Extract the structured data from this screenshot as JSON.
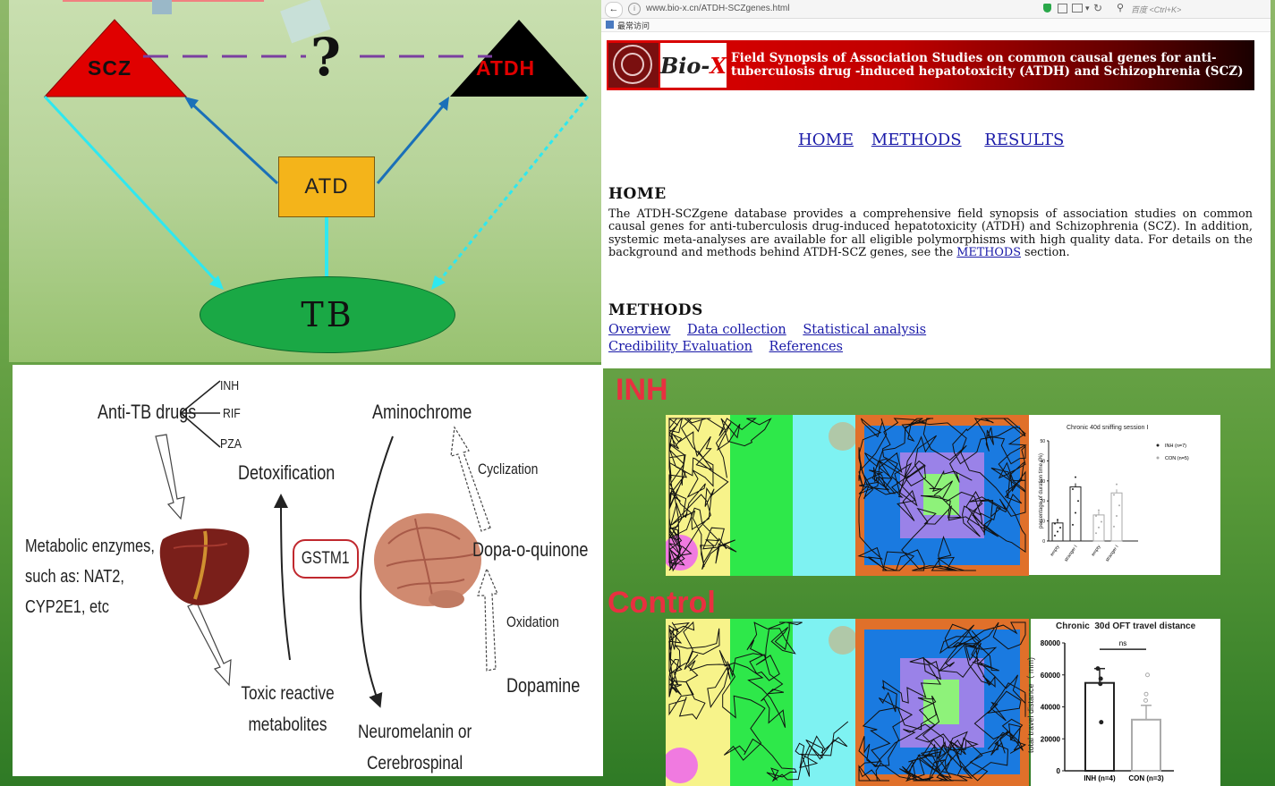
{
  "triangle_diagram": {
    "scz": "SCZ",
    "atdh": "ATDH",
    "question_mark": "?",
    "atd": "ATD",
    "tb": "TB",
    "colors": {
      "scz": "#e00000",
      "atdh": "#000000",
      "atd": "#f4b41a",
      "tb": "#1aa845"
    }
  },
  "browser": {
    "back_icon": "arrow-left-icon",
    "url": "www.bio-x.cn/ATDH-SCZgenes.html",
    "search_placeholder": "百度 <Ctrl+K>",
    "bookmark_label": "最常访问",
    "banner_logo": {
      "bio": "Bio-",
      "x": "X"
    },
    "banner_title": "Field Synopsis of Association Studies on common causal genes for anti-tuberculosis drug -induced hepatotoxicity (ATDH) and Schizophrenia (SCZ)",
    "nav": {
      "home": "HOME",
      "methods": "METHODS",
      "results": "RESULTS"
    },
    "home_heading": "HOME",
    "home_text": "The ATDH-SCZgene database provides a comprehensive field synopsis of association studies on common causal genes for anti-tuberculosis drug-induced hepatotoxicity (ATDH) and Schizophrenia (SCZ). In addition, systemic meta-analyses are available for all eligible polymorphisms with high quality data. For details on the background and methods behind ATDH-SCZ genes, see the",
    "home_link": "METHODS",
    "home_text_end": "section.",
    "methods_heading": "METHODS",
    "methods_links": [
      "Overview",
      "Data collection",
      "Statistical analysis",
      "Credibility Evaluation",
      "References"
    ]
  },
  "pathway": {
    "anti_tb": "Anti-TB drugs",
    "drugs": [
      "INH",
      "RIF",
      "PZA"
    ],
    "detox": "Detoxification",
    "aminochrome": "Aminochrome",
    "cyclization": "Cyclization",
    "metabolic": "Metabolic enzymes, such as: NAT2, CYP2E1, etc",
    "gstm1": "GSTM1",
    "dopa_q": "Dopa-o-quinone",
    "oxidation": "Oxidation",
    "dopamine": "Dopamine",
    "toxic": "Toxic reactive metabolites",
    "neuromelanin": "Neuromelanin or Cerebrospinal fluid"
  },
  "behavior": {
    "inh_label": "INH",
    "control_label": "Control",
    "chart1": {
      "title": "Chronic 40d sniffing session Ⅰ",
      "ylabel": "percentage of duration time (%)",
      "yticks": [
        "0",
        "10",
        "20",
        "30",
        "40",
        "50"
      ],
      "legend": [
        "INH (n=7)",
        "CON (n=5)"
      ],
      "categories": [
        "empty",
        "stranger Ⅰ",
        "empty",
        "stranger Ⅰ"
      ]
    },
    "chart2": {
      "title": "Chronic  30d OFT travel distance",
      "ylabel": "total travel distance（ mm)",
      "yticks": [
        "0",
        "20000",
        "40000",
        "60000",
        "80000"
      ],
      "sig": "ns",
      "categories": [
        "INH (n=4)",
        "CON (n=3)"
      ]
    }
  },
  "chart_data": [
    {
      "type": "bar",
      "title": "Chronic 40d sniffing session Ⅰ",
      "ylabel": "percentage of duration time (%)",
      "categories": [
        "empty",
        "stranger Ⅰ",
        "empty",
        "stranger Ⅰ"
      ],
      "series": [
        {
          "name": "INH (n=7)",
          "values": [
            9,
            27,
            null,
            null
          ]
        },
        {
          "name": "CON (n=5)",
          "values": [
            null,
            null,
            13,
            24
          ]
        }
      ],
      "ylim": [
        0,
        50
      ]
    },
    {
      "type": "bar",
      "title": "Chronic  30d OFT travel distance",
      "ylabel": "total travel distance（ mm)",
      "categories": [
        "INH (n=4)",
        "CON (n=3)"
      ],
      "values": [
        55000,
        32000
      ],
      "ylim": [
        0,
        80000
      ],
      "annotation": "ns"
    }
  ]
}
